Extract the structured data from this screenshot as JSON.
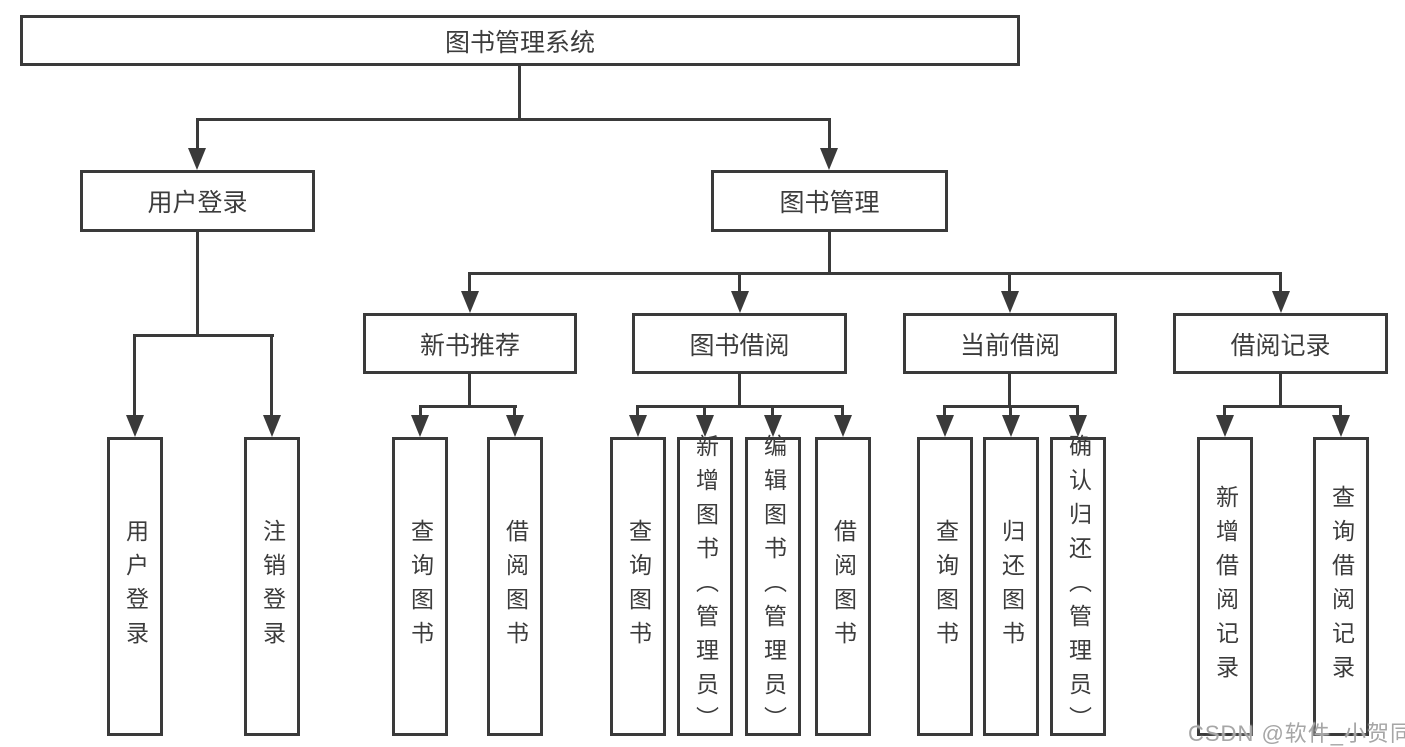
{
  "diagram": {
    "root": {
      "label": "图书管理系统"
    },
    "branches": [
      {
        "label": "用户登录",
        "children": [
          "用户登录",
          "注销登录"
        ]
      },
      {
        "label": "图书管理",
        "sections": [
          {
            "label": "新书推荐",
            "children": [
              "查询图书",
              "借阅图书"
            ]
          },
          {
            "label": "图书借阅",
            "children": [
              "查询图书",
              "新增图书（管理员）",
              "编辑图书（管理员）",
              "借阅图书"
            ]
          },
          {
            "label": "当前借阅",
            "children": [
              "查询图书",
              "归还图书",
              "确认归还（管理员）"
            ]
          },
          {
            "label": "借阅记录",
            "children": [
              "新增借阅记录",
              "查询借阅记录"
            ]
          }
        ]
      }
    ]
  },
  "watermark": {
    "text": "CSDN @软件_小贺同学"
  },
  "colors": {
    "line": "#3a3a3a",
    "text": "#3c3c3c",
    "background": "#ffffff",
    "watermark": "#a6a6a6"
  }
}
